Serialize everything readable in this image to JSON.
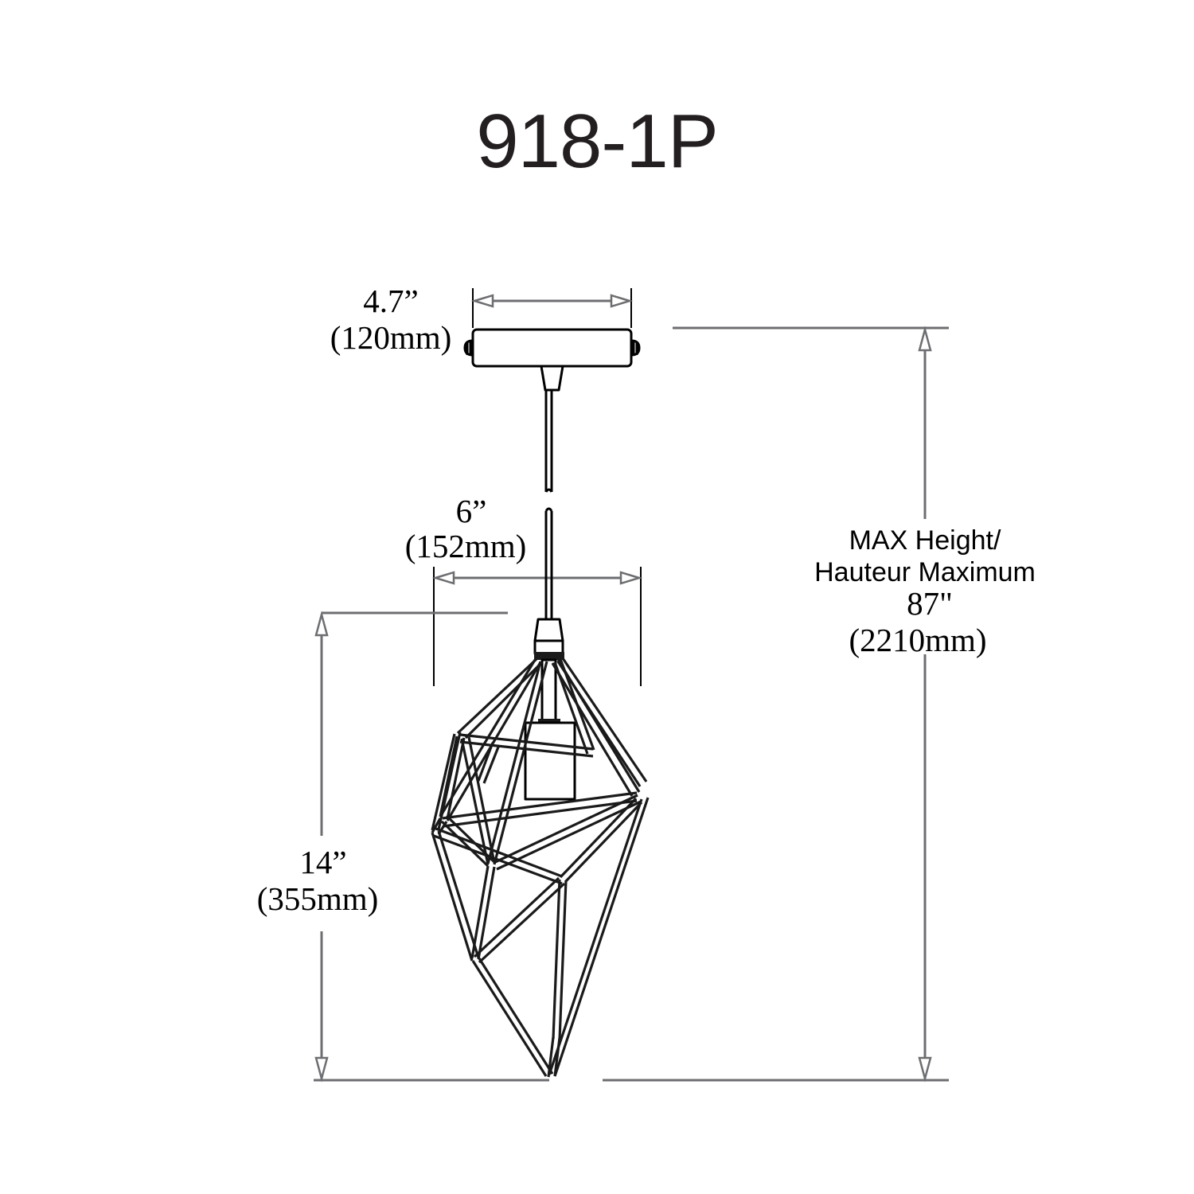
{
  "drawing": {
    "title": "918-1P",
    "product_type": "pendant-light-dimension-drawing"
  },
  "dimensions": {
    "canopy_width": {
      "imperial": "4.7”",
      "metric": "(120mm)",
      "label_name": "canopy-width-dimension"
    },
    "shade_width": {
      "imperial": "6”",
      "metric": "(152mm)",
      "label_name": "shade-width-dimension"
    },
    "shade_height": {
      "imperial": "14”",
      "metric": "(355mm)",
      "label_name": "shade-height-dimension"
    },
    "max_height": {
      "line1": "MAX Height/",
      "line2": "Hauteur Maximum",
      "imperial": "87\"",
      "metric": "(2210mm)",
      "label_name": "max-height-dimension"
    }
  },
  "colors": {
    "background": "#ffffff",
    "title": "#231f20",
    "line": "#000000",
    "dimension_line": "#6d6e71",
    "cage": "#1a1a1a"
  }
}
